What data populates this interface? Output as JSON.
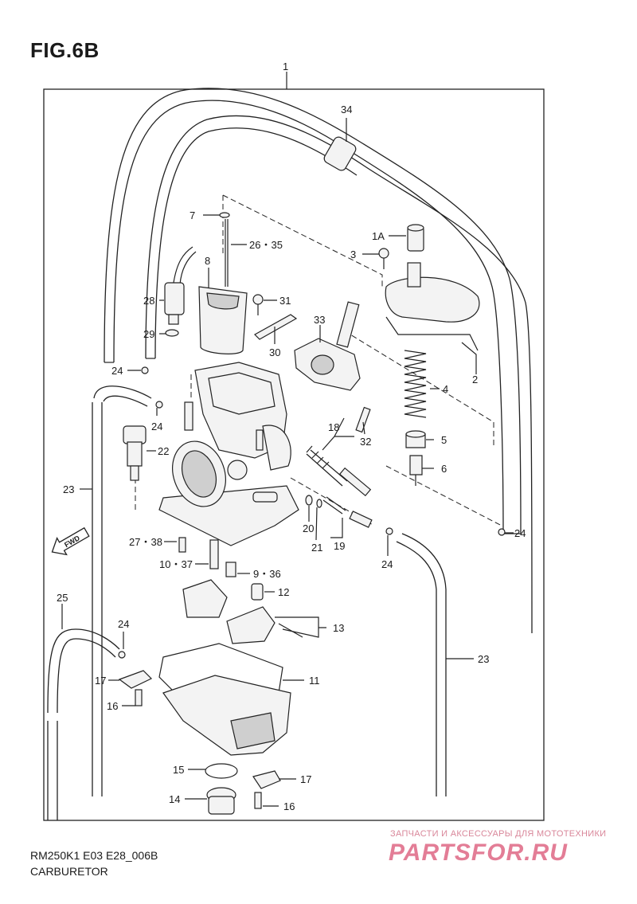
{
  "figure": {
    "title": "FIG.6B",
    "model_code": "RM250K1 E03 E28_006B",
    "section_name": "CARBURETOR"
  },
  "watermark": {
    "tagline": "ЗАПЧАСТИ И АКСЕССУАРЫ ДЛЯ МОТОТЕХНИКИ",
    "logo": "PARTSFOR.RU"
  },
  "callouts": {
    "c1": "1",
    "c34": "34",
    "c7": "7",
    "c26_35": "26・35",
    "c1A": "1A",
    "c3": "3",
    "c8": "8",
    "c28": "28",
    "c31": "31",
    "c33": "33",
    "c29": "29",
    "c30": "30",
    "c4": "4",
    "c2": "2",
    "c24a": "24",
    "c24b": "24",
    "c22": "22",
    "c18": "18",
    "c32": "32",
    "c5": "5",
    "c6": "6",
    "c23a": "23",
    "c24c": "24",
    "c27_38": "27・38",
    "c20": "20",
    "c21": "21",
    "c19": "19",
    "c24d": "24",
    "c10_37": "10・37",
    "c9_36": "9・36",
    "c12": "12",
    "c25": "25",
    "c24e": "24",
    "c13": "13",
    "c23b": "23",
    "c17a": "17",
    "c11": "11",
    "c16a": "16",
    "c15": "15",
    "c17b": "17",
    "c14": "14",
    "c16b": "16"
  },
  "icons": {
    "fwd_arrow": "fwd-arrow-icon",
    "fwd_label": "FWD"
  }
}
